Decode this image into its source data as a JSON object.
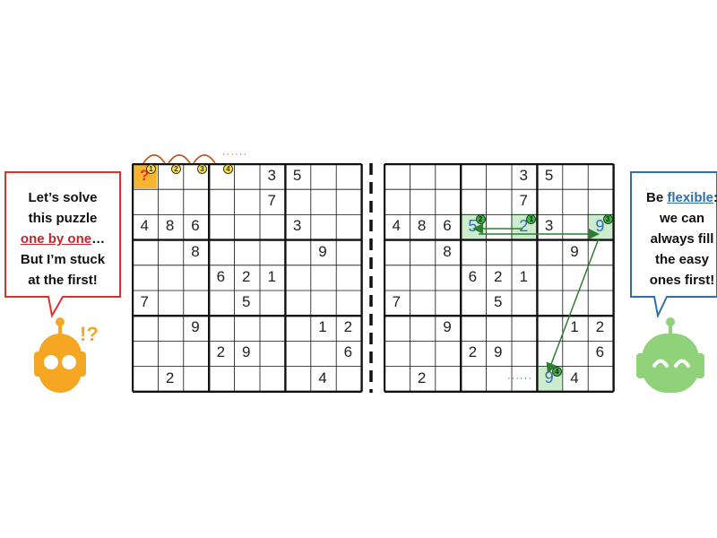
{
  "left_bubble": {
    "lines": [
      "Let’s solve",
      "this puzzle"
    ],
    "emphasis": "one by one",
    "emphasis_tail": "…",
    "lines_after": [
      "But I’m stuck",
      "at the first!"
    ],
    "border_color": "#e0302a",
    "emphasis_color": "#c0262c"
  },
  "right_bubble": {
    "prefix": "Be ",
    "emphasis": "flexible",
    "emphasis_tail": ":",
    "lines_after": [
      "we can",
      "always fill",
      "the easy",
      "ones first!"
    ],
    "border_color": "#2f6fa8",
    "emphasis_color": "#2f6fa8"
  },
  "left_robot": {
    "color": "#f5a623",
    "symbol": "!?",
    "icon": "confused-robot-icon"
  },
  "right_robot": {
    "color": "#8fd27a",
    "icon": "happy-robot-icon"
  },
  "left_grid": {
    "rows": [
      [
        "?",
        "",
        "",
        "",
        "",
        "3",
        "5",
        "",
        ""
      ],
      [
        "",
        "",
        "",
        "",
        "",
        "7",
        "",
        "",
        ""
      ],
      [
        "4",
        "8",
        "6",
        "",
        "",
        "",
        "3",
        "",
        ""
      ],
      [
        "",
        "",
        "8",
        "",
        "",
        "",
        "",
        "9",
        ""
      ],
      [
        "",
        "",
        "",
        "6",
        "2",
        "1",
        "",
        "",
        ""
      ],
      [
        "7",
        "",
        "",
        "",
        "5",
        "",
        "",
        "",
        ""
      ],
      [
        "",
        "",
        "9",
        "",
        "",
        "",
        "",
        "1",
        "2"
      ],
      [
        "",
        "",
        "",
        "2",
        "9",
        "",
        "",
        "",
        "6"
      ],
      [
        "",
        "2",
        "",
        "",
        "",
        "",
        "",
        "4",
        ""
      ]
    ],
    "order_badges": [
      "1",
      "2",
      "3",
      "4"
    ],
    "trailing_dots": "······",
    "question_color": "#e4302a",
    "highlight_color": "#f6b530",
    "arc_color": "#c0582a"
  },
  "right_grid": {
    "rows": [
      [
        "",
        "",
        "",
        "",
        "",
        "3",
        "5",
        "",
        ""
      ],
      [
        "",
        "",
        "",
        "",
        "",
        "7",
        "",
        "",
        ""
      ],
      [
        "4",
        "8",
        "6",
        "5",
        "",
        "2",
        "3",
        "",
        "9"
      ],
      [
        "",
        "",
        "8",
        "",
        "",
        "",
        "",
        "9",
        ""
      ],
      [
        "",
        "",
        "",
        "6",
        "2",
        "1",
        "",
        "",
        ""
      ],
      [
        "7",
        "",
        "",
        "",
        "5",
        "",
        "",
        "",
        ""
      ],
      [
        "",
        "",
        "9",
        "",
        "",
        "",
        "",
        "1",
        "2"
      ],
      [
        "",
        "",
        "",
        "2",
        "9",
        "",
        "",
        "",
        "6"
      ],
      [
        "",
        "2",
        "",
        "",
        "",
        "",
        "9",
        "4",
        ""
      ]
    ],
    "filled": [
      {
        "row": 2,
        "col": 5,
        "badge": "1"
      },
      {
        "row": 2,
        "col": 3,
        "badge": "2"
      },
      {
        "row": 2,
        "col": 8,
        "badge": "3"
      },
      {
        "row": 8,
        "col": 6,
        "badge": "4"
      }
    ],
    "trailing_dots": "······",
    "highlight_color": "#cdeccd",
    "arrow_color": "#2e7d32",
    "filled_digit_color": "#2f6fb5"
  }
}
